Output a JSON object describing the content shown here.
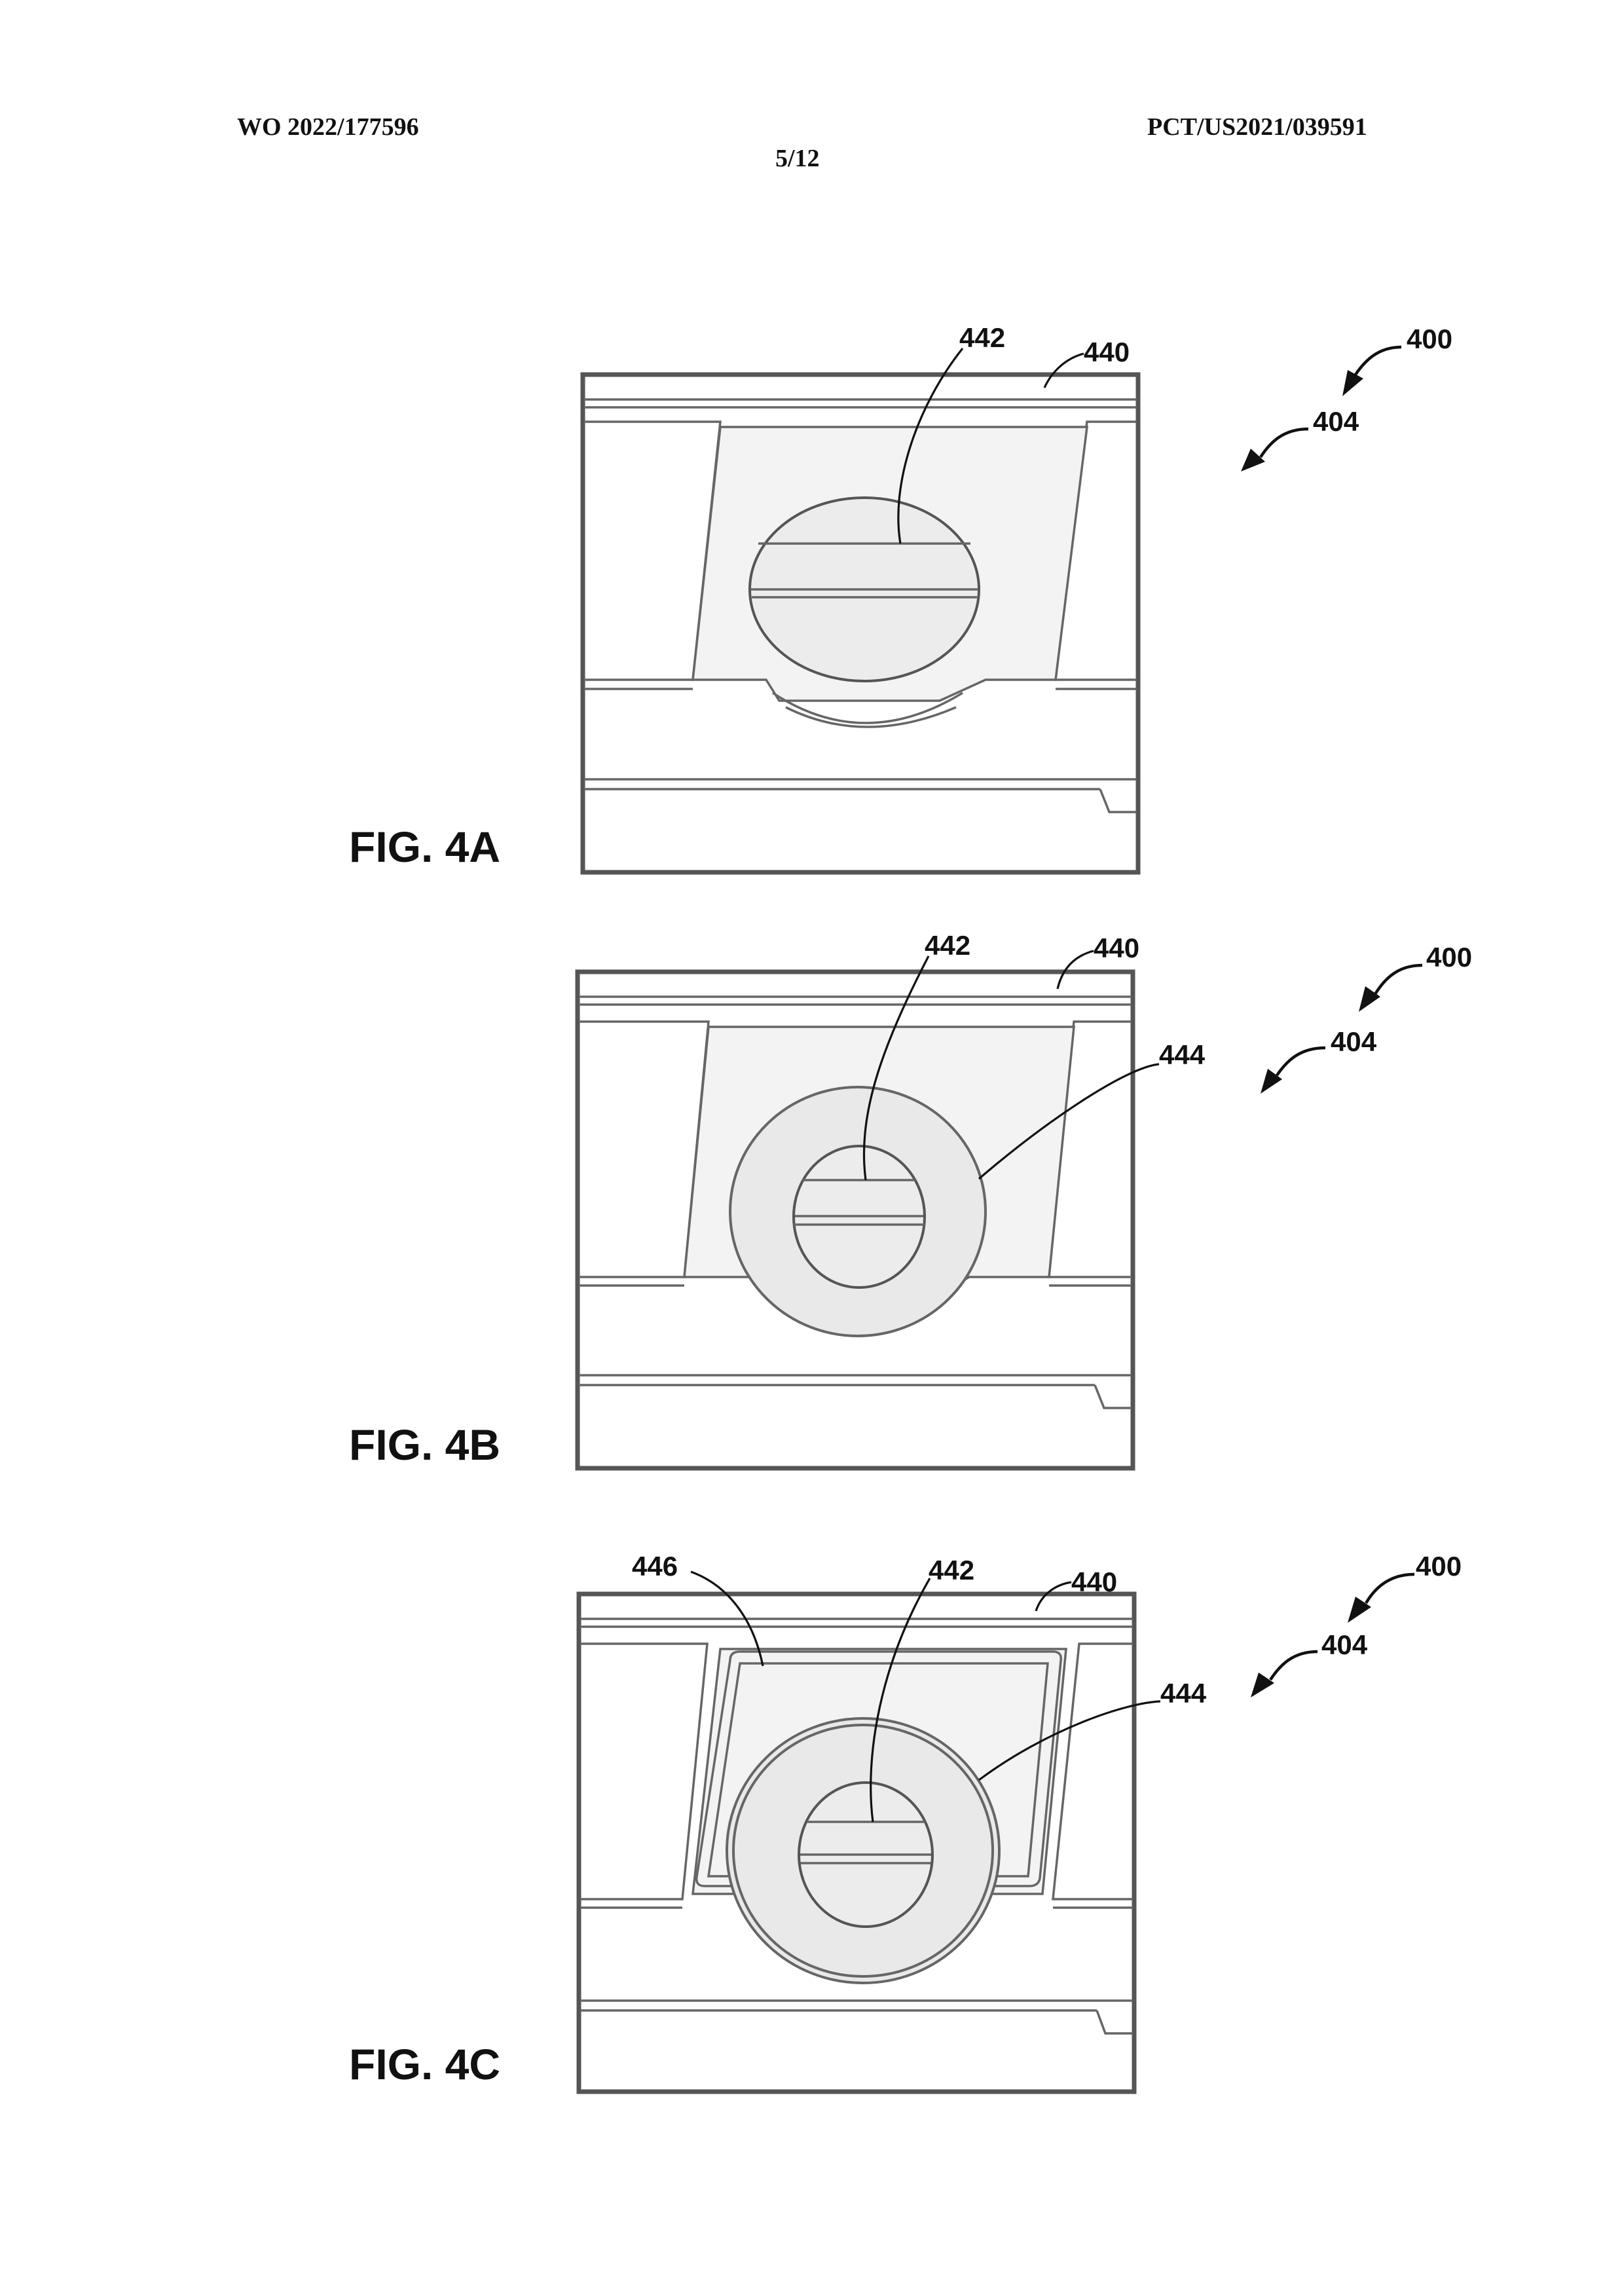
{
  "header": {
    "publication_number": "WO 2022/177596",
    "application_number": "PCT/US2021/039591",
    "sheet": "5/12"
  },
  "figures": [
    {
      "label": "FIG. 4A",
      "refs": {
        "r400": "400",
        "r404": "404",
        "r442": "442",
        "r440": "440"
      }
    },
    {
      "label": "FIG. 4B",
      "refs": {
        "r400": "400",
        "r404": "404",
        "r442": "442",
        "r440": "440",
        "r444": "444"
      }
    },
    {
      "label": "FIG. 4C",
      "refs": {
        "r400": "400",
        "r404": "404",
        "r446": "446",
        "r442": "442",
        "r440": "440",
        "r444": "444"
      }
    }
  ],
  "colors": {
    "ink": "#111111",
    "line": "#666666",
    "background": "#ffffff"
  }
}
